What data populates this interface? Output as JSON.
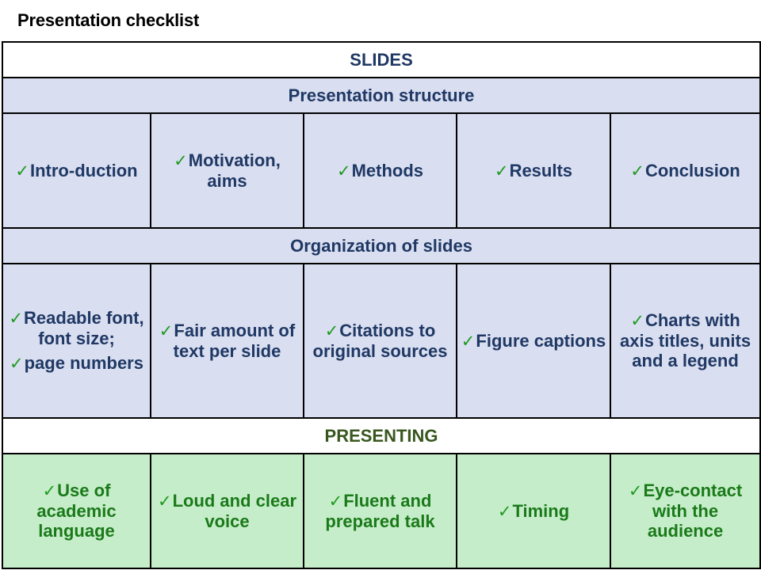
{
  "page_title": "Presentation checklist",
  "colors": {
    "blue_fill": "#D9DEF0",
    "blue_text": "#1F3864",
    "green_fill": "#C6EDC9",
    "green_text": "#1A7A1A",
    "presenting_title_text": "#38571F",
    "check_mark": "#1F9A22",
    "border": "#000000"
  },
  "icons": {
    "check": "✓",
    "check_name": "check-mark-icon"
  },
  "sections": {
    "slides": {
      "title": "SLIDES",
      "subsections": [
        {
          "title": "Presentation structure",
          "cells": [
            {
              "items": [
                "Intro-duction"
              ]
            },
            {
              "items": [
                "Motivation, aims"
              ]
            },
            {
              "items": [
                "Methods"
              ]
            },
            {
              "items": [
                "Results"
              ]
            },
            {
              "items": [
                "Conclusion"
              ]
            }
          ]
        },
        {
          "title": "Organization of slides",
          "cells": [
            {
              "items": [
                "Readable font, font size;",
                "page numbers"
              ]
            },
            {
              "items": [
                "Fair amount of text per slide"
              ]
            },
            {
              "items": [
                "Citations to original sources"
              ]
            },
            {
              "items": [
                "Figure captions"
              ]
            },
            {
              "items": [
                "Charts with axis titles, units and a legend"
              ]
            }
          ]
        }
      ]
    },
    "presenting": {
      "title": "PRESENTING",
      "cells": [
        {
          "items": [
            "Use of academic language"
          ]
        },
        {
          "items": [
            "Loud and clear voice"
          ]
        },
        {
          "items": [
            "Fluent and prepared talk"
          ]
        },
        {
          "items": [
            "Timing"
          ]
        },
        {
          "items": [
            "Eye-contact with the audience"
          ]
        }
      ]
    }
  }
}
